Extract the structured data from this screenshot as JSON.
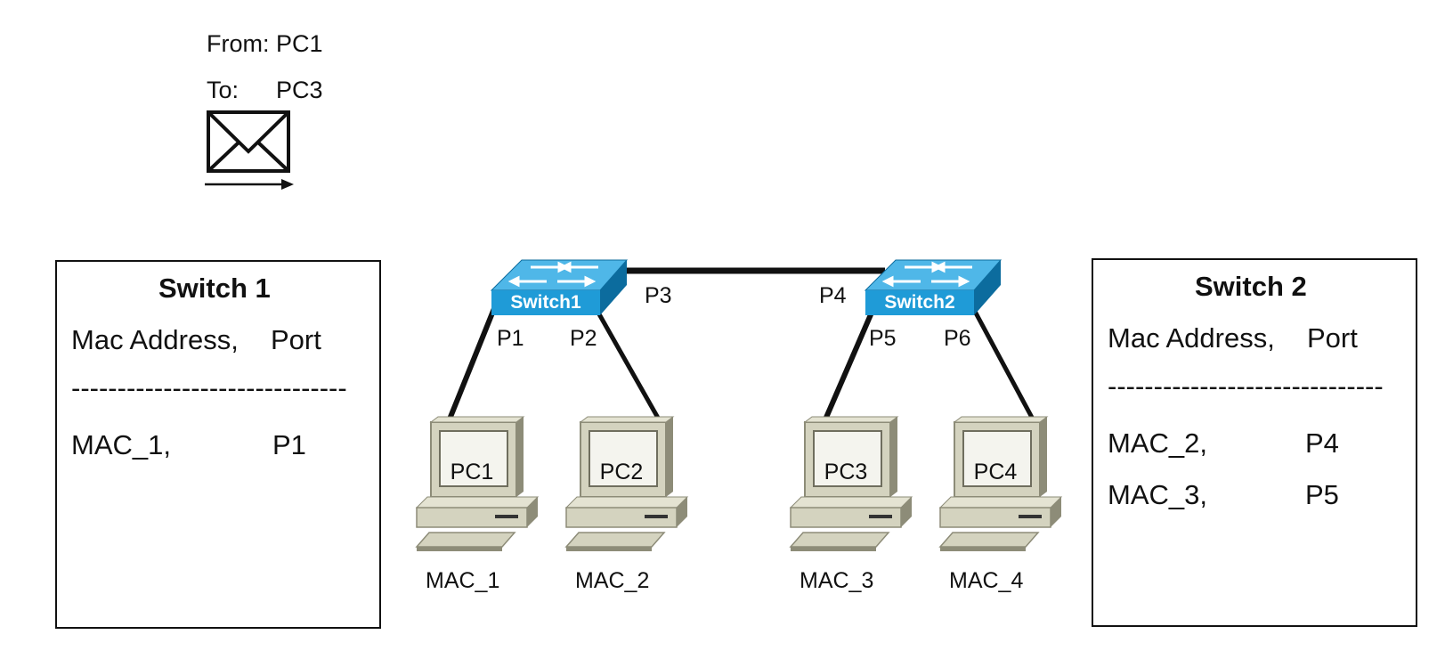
{
  "packet": {
    "from_label": "From:",
    "from_value": "PC1",
    "to_label": "To:",
    "to_value": "PC3"
  },
  "switch1_table": {
    "title": "Switch 1",
    "header_mac": "Mac Address,",
    "header_port": "Port",
    "separator": "------------------------------",
    "rows": [
      {
        "mac": "MAC_1,",
        "port": "P1"
      }
    ]
  },
  "switch2_table": {
    "title": "Switch 2",
    "header_mac": "Mac Address,",
    "header_port": "Port",
    "separator": "------------------------------",
    "rows": [
      {
        "mac": "MAC_2,",
        "port": "P4"
      },
      {
        "mac": "MAC_3,",
        "port": "P5"
      }
    ]
  },
  "switches": [
    {
      "label": "Switch1"
    },
    {
      "label": "Switch2"
    }
  ],
  "ports": [
    "P1",
    "P2",
    "P3",
    "P4",
    "P5",
    "P6"
  ],
  "pcs": [
    {
      "label": "PC1",
      "mac": "MAC_1"
    },
    {
      "label": "PC2",
      "mac": "MAC_2"
    },
    {
      "label": "PC3",
      "mac": "MAC_3"
    },
    {
      "label": "PC4",
      "mac": "MAC_4"
    }
  ],
  "colors": {
    "switch_top": "#4fb7e8",
    "switch_front": "#1f9bd7",
    "switch_side": "#0c6c9e",
    "pc_body": "#d4d3bf",
    "pc_shadow": "#8d8c78",
    "line": "#111111"
  }
}
